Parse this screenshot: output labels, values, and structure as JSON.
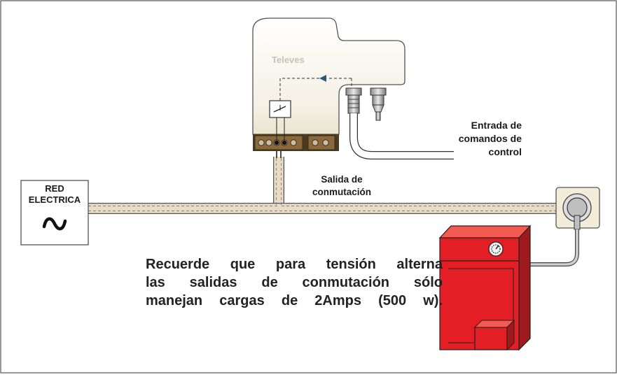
{
  "device": {
    "brand": "Televes"
  },
  "labels": {
    "red_electrica": [
      "RED",
      "ELECTRICA"
    ],
    "red_electrica_symbol": "∿",
    "salida": [
      "Salida de",
      "conmutación"
    ],
    "entrada": [
      "Entrada de",
      "comandos de",
      "control"
    ]
  },
  "note": {
    "lines": [
      "Recuerde que para tensión alterna",
      "las salidas de conmutación sólo",
      "manejan cargas de 2Amps (500 w)."
    ]
  },
  "colors": {
    "cable": "#e8dcc9",
    "terminal": "#7a5a2e",
    "heater": "#e31e24",
    "arrow": "#2a5a7a"
  }
}
